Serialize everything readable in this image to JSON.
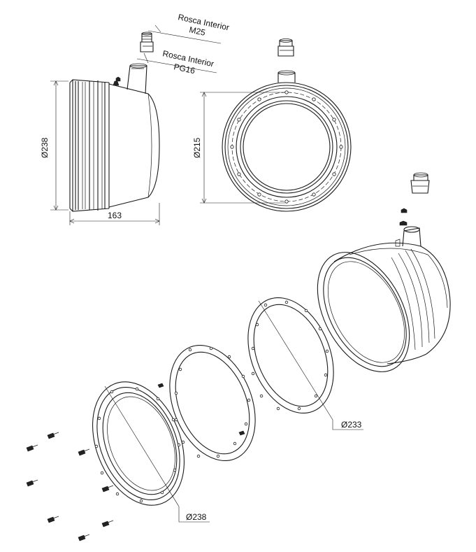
{
  "labels": {
    "thread_top_1": "Rosca Interior",
    "thread_top_2": "M25",
    "thread_bottom_1": "Rosca Interior",
    "thread_bottom_2": "PG16",
    "dia_body": "Ø238",
    "length_body": "163",
    "dia_front": "Ø215",
    "dia_gasket": "Ø233",
    "dia_ring": "Ø238"
  },
  "colors": {
    "line": "#1a1a1a",
    "background": "#ffffff"
  }
}
